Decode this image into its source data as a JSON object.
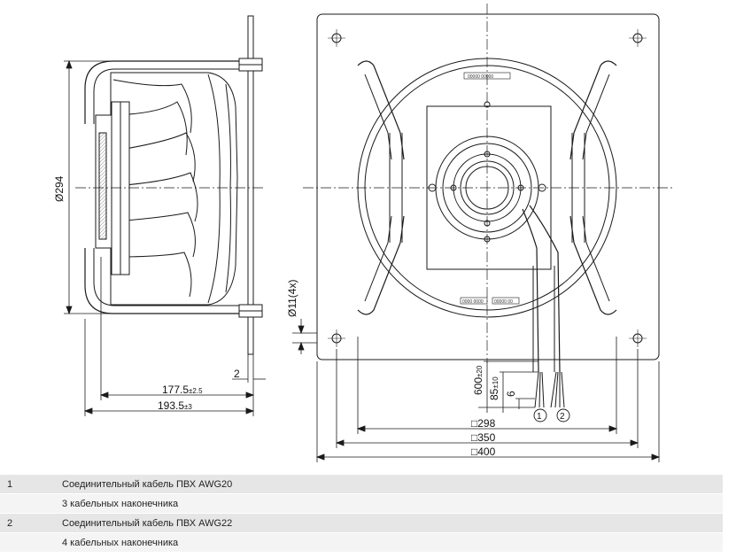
{
  "dimensions": {
    "diameter": "Ø294",
    "hole_diameter": "Ø11(4x)",
    "gap": "2",
    "depth_inner": "177.5",
    "depth_inner_tol": "±2.5",
    "depth_outer": "193.5",
    "depth_outer_tol": "±3",
    "cable_length": "600",
    "cable_length_tol": "±20",
    "strip_length": "85",
    "strip_length_tol": "±10",
    "end_length": "6",
    "square_298": "□298",
    "square_350": "□350",
    "square_400": "□400"
  },
  "callouts": [
    "1",
    "2"
  ],
  "plate_labels": {
    "top": "00000 00000",
    "bottom_left": "0000 0000",
    "bottom_right": "00000 00"
  },
  "legend": [
    {
      "num": "1",
      "text": "Соединительный кабель ПВХ AWG20"
    },
    {
      "num": "",
      "text": "3 кабельных наконечника"
    },
    {
      "num": "2",
      "text": "Соединительный кабель ПВХ AWG22"
    },
    {
      "num": "",
      "text": "4 кабельных наконечника"
    }
  ],
  "colors": {
    "line": "#1a1a1a",
    "hidden": "#555555",
    "legend_shade": "#e6e6e6"
  }
}
